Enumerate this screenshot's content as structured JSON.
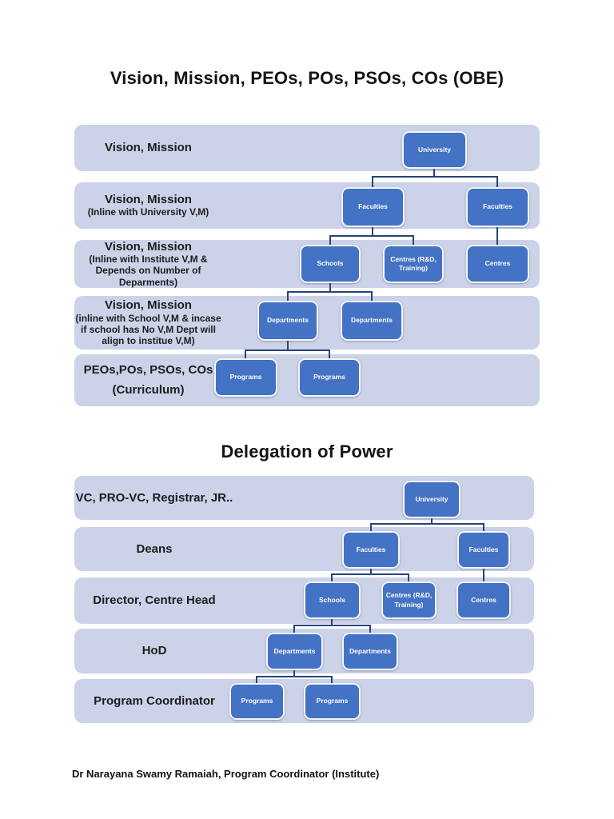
{
  "titles": {
    "obe": "Vision, Mission, PEOs, POs, PSOs, COs (OBE)",
    "delegation": "Delegation of Power"
  },
  "footer": {
    "text": "Dr Narayana Swamy Ramaiah, Program Coordinator (Institute)"
  },
  "colors": {
    "band": "#ccd3e8",
    "node_fill": "#4472c4",
    "node_border": "#f3f6fb",
    "connector": "#254579",
    "node_text": "#ffffff",
    "label_text": "#1c1c1e"
  },
  "obe": {
    "rows": [
      {
        "label_main": "Vision, Mission",
        "label_sub": "",
        "nodes": [
          "University"
        ]
      },
      {
        "label_main": "Vision, Mission",
        "label_sub": "(Inline with University V,M)",
        "nodes": [
          "Faculties",
          "Faculties"
        ]
      },
      {
        "label_main": "Vision, Mission",
        "label_sub": "(Inline with Institute V,M & Depends on Number of Deparments)",
        "nodes": [
          "Schools",
          "Centres (R&D, Training)",
          "Centres"
        ]
      },
      {
        "label_main": "Vision, Mission",
        "label_sub": "(inline with School V,M & incase if school has No V,M Dept will align to institue V,M)",
        "nodes": [
          "Departments",
          "Departments"
        ]
      },
      {
        "label_main": "PEOs,POs, PSOs, COs",
        "label_sub": "(Curriculum)",
        "nodes": [
          "Programs",
          "Programs"
        ]
      }
    ]
  },
  "delegation": {
    "rows": [
      {
        "label": "VC, PRO-VC, Registrar, JR..",
        "nodes": [
          "University"
        ]
      },
      {
        "label": "Deans",
        "nodes": [
          "Faculties",
          "Faculties"
        ]
      },
      {
        "label": "Director, Centre Head",
        "nodes": [
          "Schools",
          "Centres (R&D, Training)",
          "Centres"
        ]
      },
      {
        "label": "HoD",
        "nodes": [
          "Departments",
          "Departments"
        ]
      },
      {
        "label": "Program Coordinator",
        "nodes": [
          "Programs",
          "Programs"
        ]
      }
    ]
  }
}
